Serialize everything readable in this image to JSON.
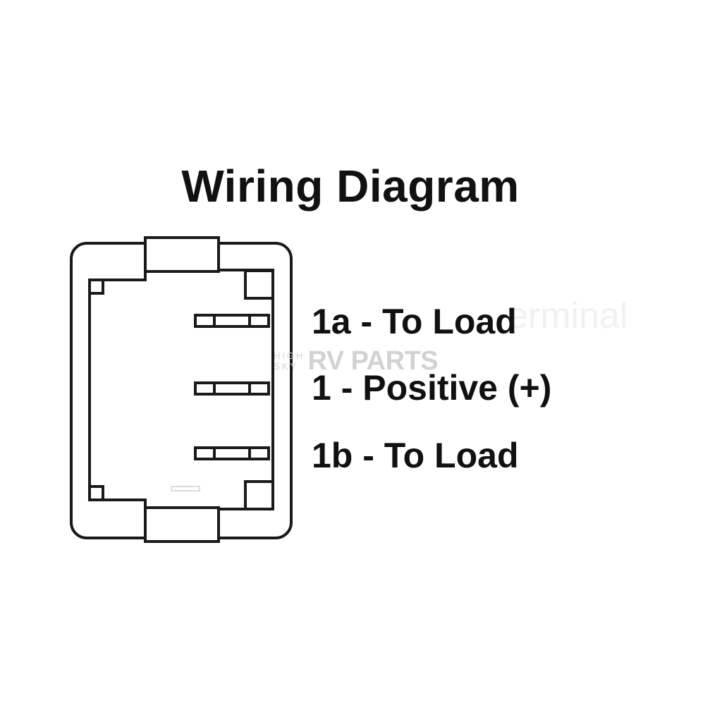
{
  "title": "Wiring Diagram",
  "terminals": [
    {
      "id": "1a",
      "label": "1a - To Load"
    },
    {
      "id": "1",
      "label": "1 - Positive (+)"
    },
    {
      "id": "1b",
      "label": "1b - To Load"
    }
  ],
  "watermark": {
    "line1": "HIGH",
    "line2": "SKY",
    "brand": "RV PARTS"
  },
  "ghost_text": "erminal",
  "colors": {
    "line": "#1a1a1a",
    "text": "#111111",
    "background": "#ffffff",
    "watermark": "#d2d2d2"
  }
}
